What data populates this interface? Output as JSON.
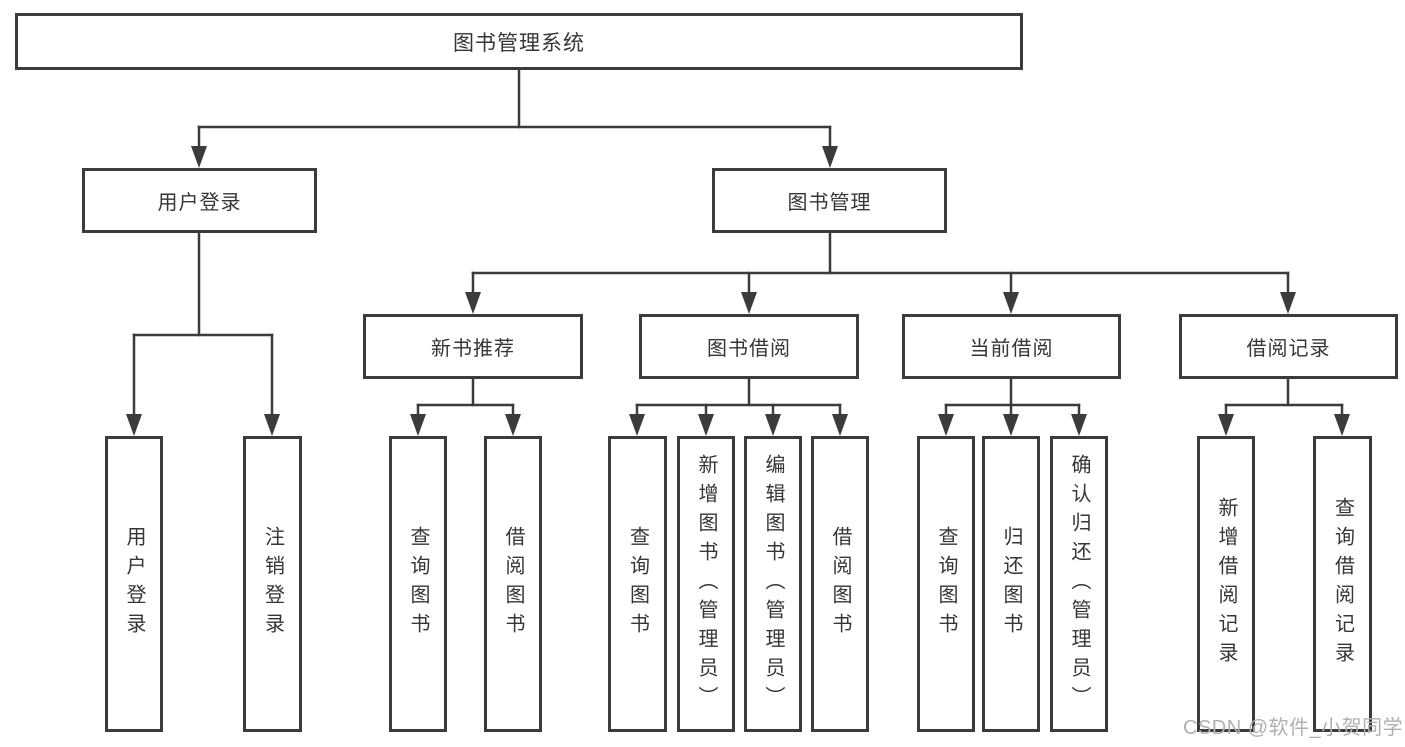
{
  "diagram": {
    "type": "functional-decomposition-tree",
    "background": "#ffffff",
    "line_color": "#3b3b3b",
    "text_color": "#363636",
    "watermark": {
      "text": "CSDN @软件_小贺同学",
      "color": "#b0b0b0"
    },
    "tree": {
      "root": {
        "label": "图书管理系统",
        "children": [
          {
            "label": "用户登录",
            "children": [
              {
                "label": "用户登录"
              },
              {
                "label": "注销登录"
              }
            ]
          },
          {
            "label": "图书管理",
            "children": [
              {
                "label": "新书推荐",
                "children": [
                  {
                    "label": "查询图书"
                  },
                  {
                    "label": "借阅图书"
                  }
                ]
              },
              {
                "label": "图书借阅",
                "children": [
                  {
                    "label": "查询图书"
                  },
                  {
                    "label": "新增图书（管理员）"
                  },
                  {
                    "label": "编辑图书（管理员）"
                  },
                  {
                    "label": "借阅图书"
                  }
                ]
              },
              {
                "label": "当前借阅",
                "children": [
                  {
                    "label": "查询图书"
                  },
                  {
                    "label": "归还图书"
                  },
                  {
                    "label": "确认归还（管理员）"
                  }
                ]
              },
              {
                "label": "借阅记录",
                "children": [
                  {
                    "label": "新增借阅记录"
                  },
                  {
                    "label": "查询借阅记录"
                  }
                ]
              }
            ]
          }
        ]
      }
    }
  }
}
